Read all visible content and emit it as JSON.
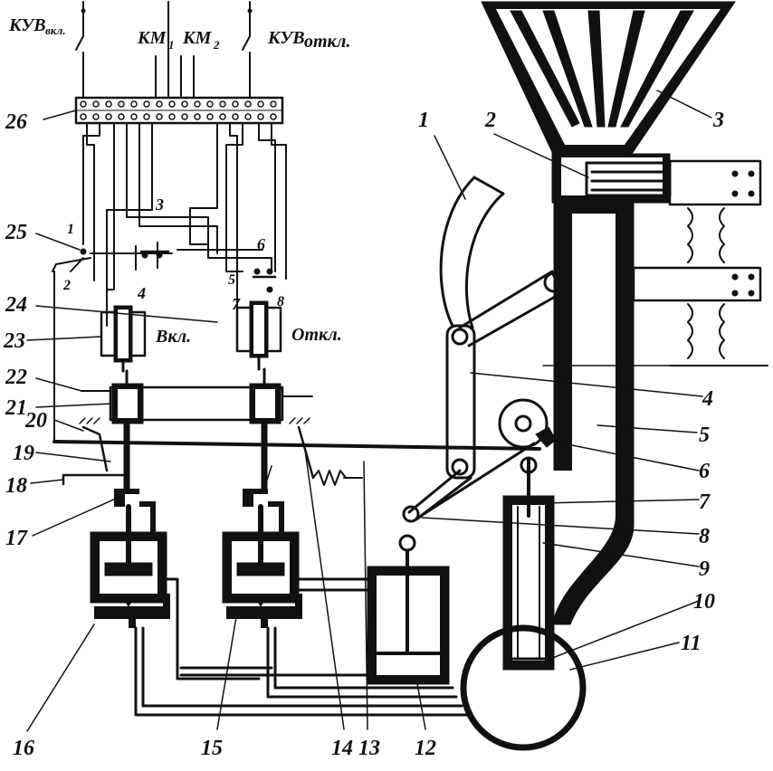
{
  "top_labels": {
    "kuv_on_main": "КУВ",
    "kuv_on_sub": "вкл.",
    "km1_main": "КМ",
    "km1_sub": "1",
    "km2_main": "КМ",
    "km2_sub": "2",
    "kuv_off_main": "КУВ",
    "kuv_off_sub": "откл."
  },
  "coil_labels": {
    "on": "Вкл.",
    "off": "Откл."
  },
  "callouts": [
    "1",
    "2",
    "3",
    "4",
    "5",
    "6",
    "7",
    "8",
    "9",
    "10",
    "11",
    "12",
    "13",
    "14",
    "15",
    "16",
    "17",
    "18",
    "19",
    "20",
    "21",
    "22",
    "23",
    "24",
    "25",
    "26"
  ],
  "contact_numbers": [
    "1",
    "2",
    "3",
    "4",
    "5",
    "6",
    "7",
    "8"
  ],
  "colors": {
    "ink": "#111111",
    "paper": "#ffffff"
  }
}
